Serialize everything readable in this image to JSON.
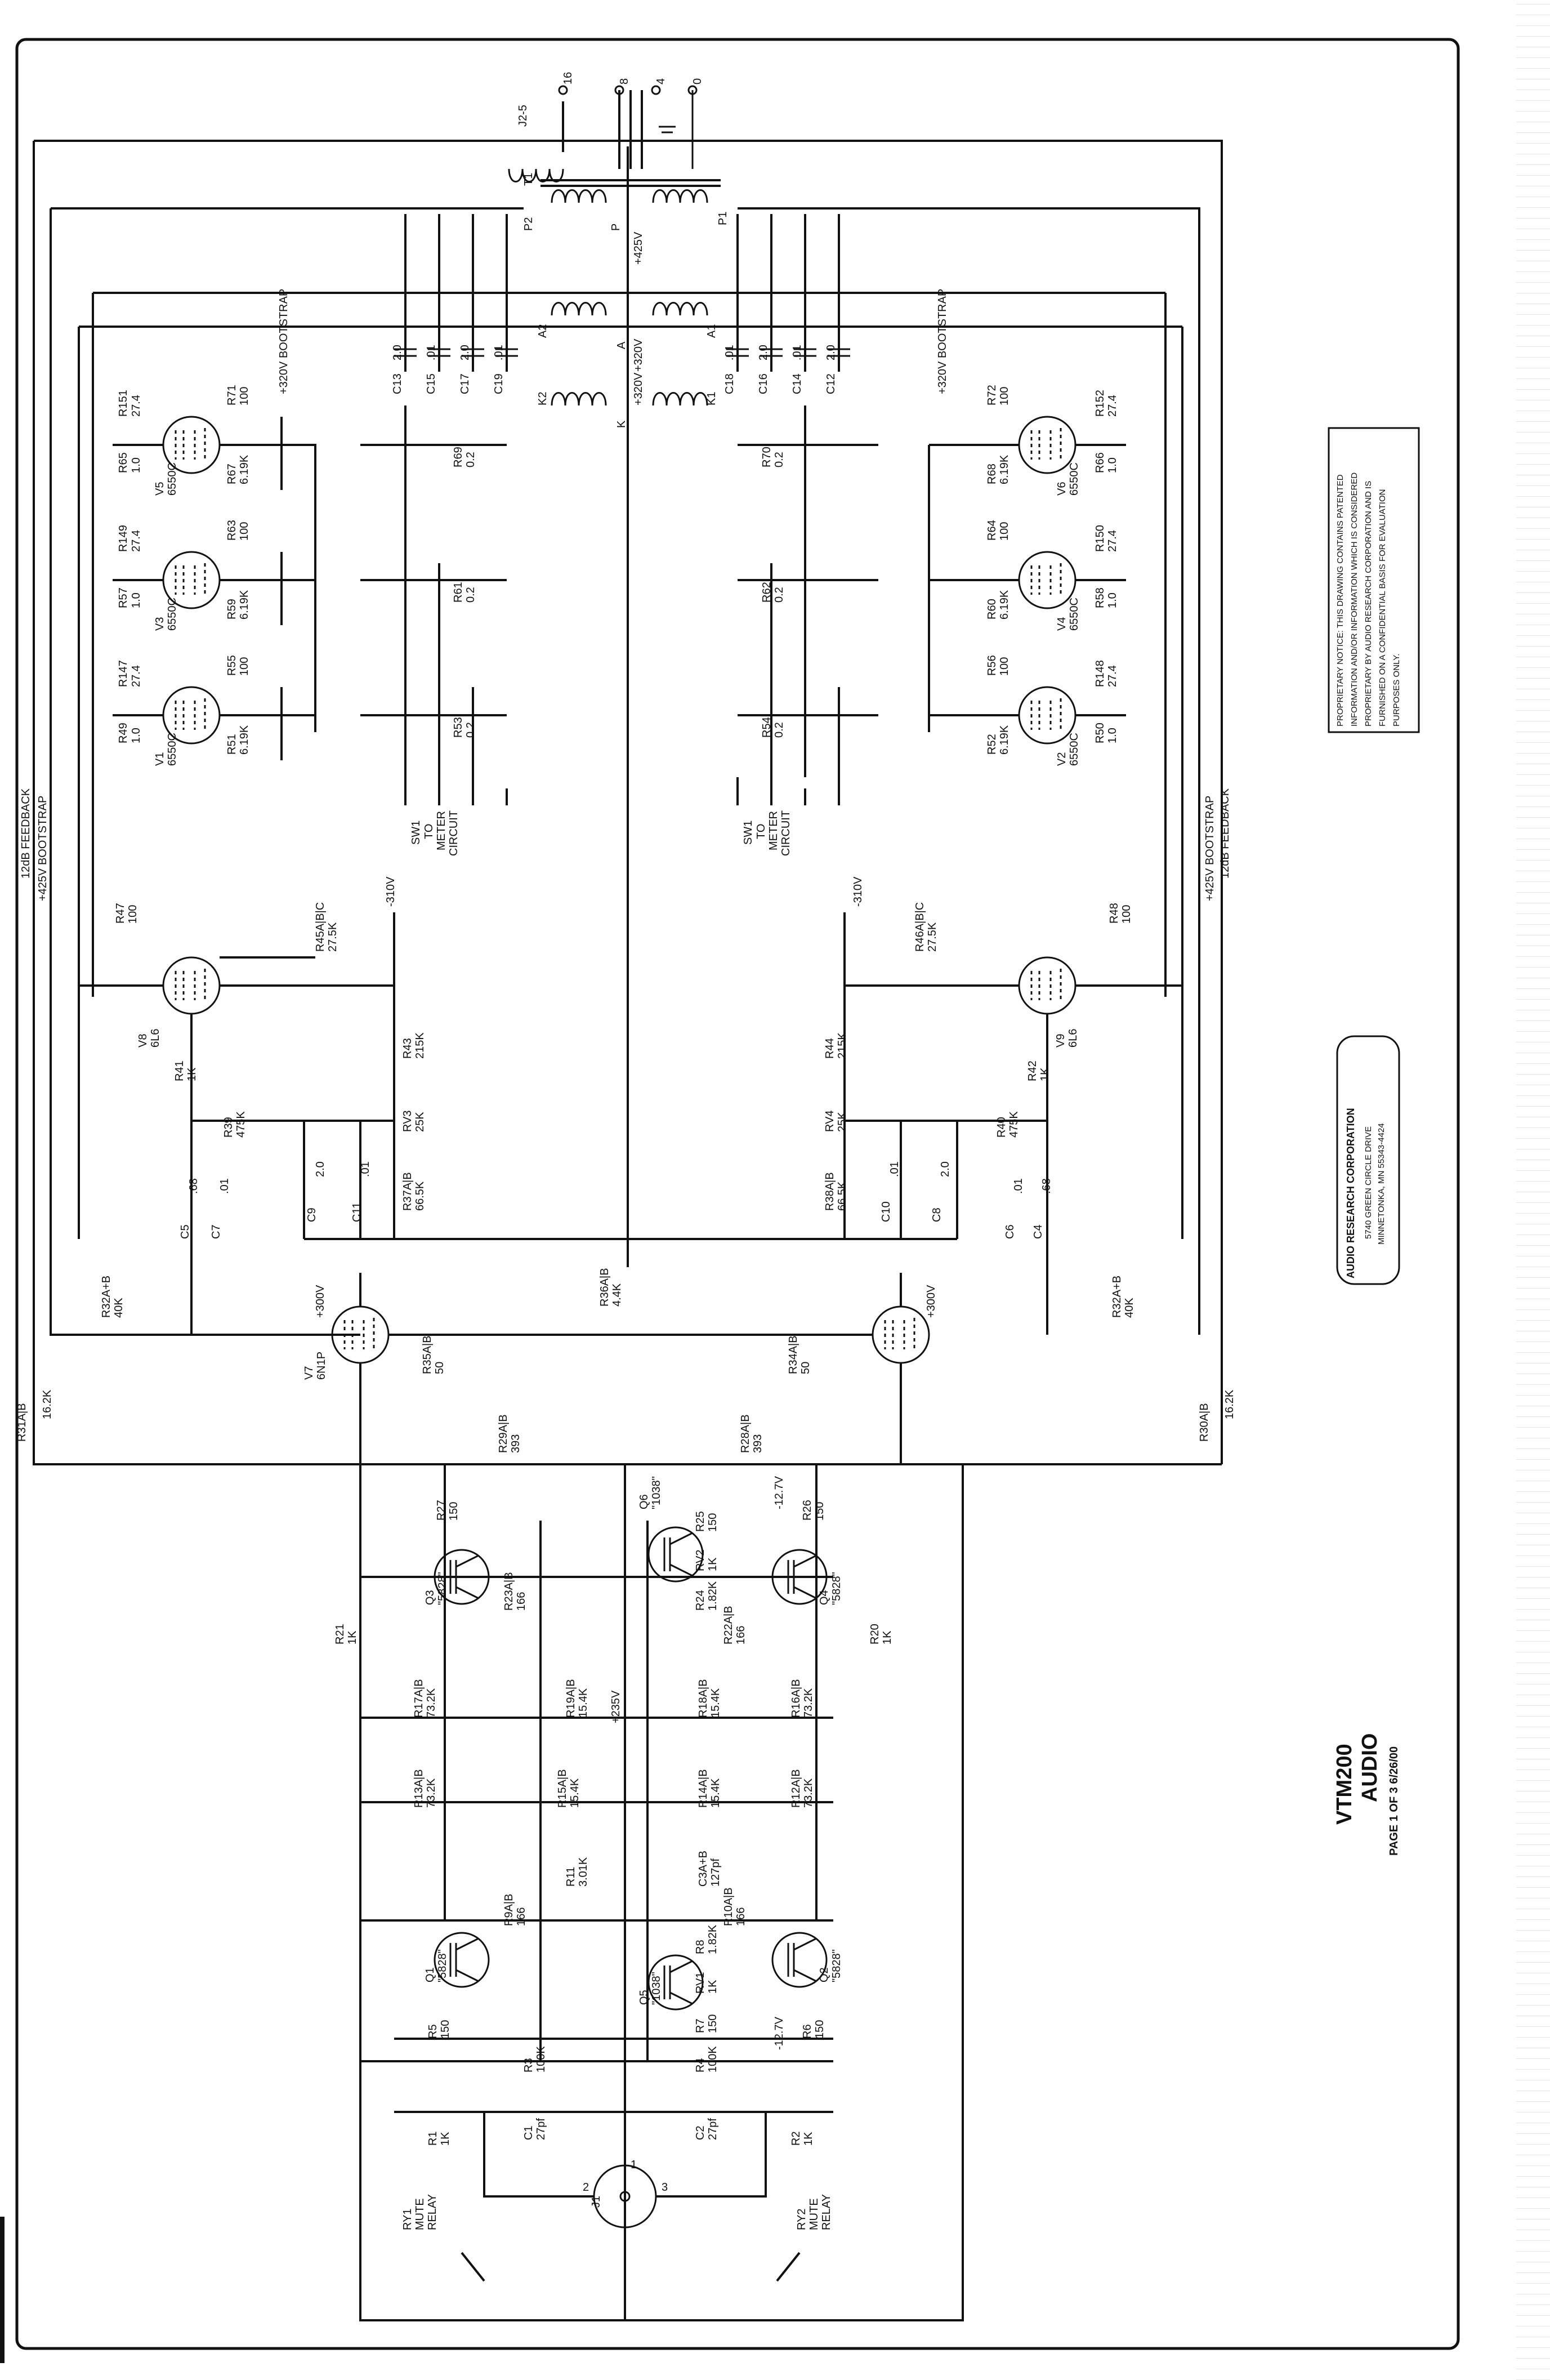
{
  "title_block": {
    "model": "VTM200",
    "section": "AUDIO",
    "page": "PAGE 1 OF 3 6/26/00"
  },
  "company_block": {
    "name": "AUDIO RESEARCH CORPORATION",
    "address1": "5740 GREEN CIRCLE DRIVE",
    "address2": "MINNETONKA, MN 55343-4424"
  },
  "notice": {
    "line1": "PROPRIETARY NOTICE: THIS DRAWING CONTAINS PATENTED",
    "line2": "INFORMATION AND/OR INFORMATION WHICH IS CONSIDERED",
    "line3": "PROPRIETARY BY AUDIO RESEARCH CORPORATION AND IS",
    "line4": "FURNISHED ON A CONFIDENTIAL BASIS FOR EVALUATION",
    "line5": "PURPOSES ONLY."
  },
  "output": {
    "connector": "J2-5",
    "taps": [
      "16",
      "8",
      "4",
      "0"
    ],
    "transformer": "T1",
    "primary_left": "P2",
    "primary_right": "P1",
    "center_tap": "P",
    "b_plus": "+425V",
    "choke_a2": "A2",
    "choke_a1": "A1",
    "choke_k2": "K2",
    "choke_k1": "K1",
    "node_a": "A",
    "node_k": "K",
    "node_a_v": "+320V",
    "node_k_v": "+320V"
  },
  "coupling_caps": [
    {
      "ref": "C13",
      "val": "2.0"
    },
    {
      "ref": "C15",
      "val": ".01"
    },
    {
      "ref": "C17",
      "val": "2.0"
    },
    {
      "ref": "C19",
      "val": ".01"
    },
    {
      "ref": "C18",
      "val": ".01"
    },
    {
      "ref": "C16",
      "val": "2.0"
    },
    {
      "ref": "C14",
      "val": ".01"
    },
    {
      "ref": "C12",
      "val": "2.0"
    }
  ],
  "upper_tubes": [
    {
      "ref": "V5",
      "type": "6550C",
      "grid_r": "R65",
      "grid_v": "1.0",
      "scr_r": "R151",
      "scr_v": "27.4",
      "pl_r": "R71",
      "pl_v": "100",
      "k_r": "R67",
      "k_v": "6.19K"
    },
    {
      "ref": "V3",
      "type": "6550C",
      "grid_r": "R57",
      "grid_v": "1.0",
      "scr_r": "R149",
      "scr_v": "27.4",
      "pl_r": "R63",
      "pl_v": "100",
      "k_r": "R59",
      "k_v": "6.19K"
    },
    {
      "ref": "V1",
      "type": "6550C",
      "grid_r": "R49",
      "grid_v": "1.0",
      "scr_r": "R147",
      "scr_v": "27.4",
      "pl_r": "R55",
      "pl_v": "100",
      "k_r": "R51",
      "k_v": "6.19K"
    }
  ],
  "lower_tubes": [
    {
      "ref": "V6",
      "type": "6550C",
      "grid_r": "R66",
      "grid_v": "1.0",
      "scr_r": "R152",
      "scr_v": "27.4",
      "pl_r": "R72",
      "pl_v": "100",
      "k_r": "R68",
      "k_v": "6.19K"
    },
    {
      "ref": "V4",
      "type": "6550C",
      "grid_r": "R58",
      "grid_v": "1.0",
      "scr_r": "R150",
      "scr_v": "27.4",
      "pl_r": "R64",
      "pl_v": "100",
      "k_r": "R60",
      "k_v": "6.19K"
    },
    {
      "ref": "V2",
      "type": "6550C",
      "grid_r": "R50",
      "grid_v": "1.0",
      "scr_r": "R148",
      "scr_v": "27.4",
      "pl_r": "R56",
      "pl_v": "100",
      "k_r": "R52",
      "k_v": "6.19K"
    }
  ],
  "sense_resistors_upper": [
    {
      "ref": "R69",
      "val": "0.2"
    },
    {
      "ref": "R61",
      "val": "0.2"
    },
    {
      "ref": "R53",
      "val": "0.2"
    }
  ],
  "sense_resistors_lower": [
    {
      "ref": "R70",
      "val": "0.2"
    },
    {
      "ref": "R62",
      "val": "0.2"
    },
    {
      "ref": "R54",
      "val": "0.2"
    }
  ],
  "bootstrap": {
    "upper": "+320V BOOTSTRAP",
    "lower": "+320V BOOTSTRAP"
  },
  "meter": {
    "sw": "SW1",
    "to": "TO",
    "meter": "METER",
    "circuit": "CIRCUIT"
  },
  "rails": {
    "fb_upper": "12dB FEEDBACK",
    "bs_upper": "+425V BOOTSTRAP",
    "fb_lower": "12dB FEEDBACK",
    "bs_lower": "+425V BOOTSTRAP"
  },
  "drivers": {
    "v8": {
      "ref": "V8",
      "type": "6L6",
      "r47": "R47",
      "r47v": "100",
      "r45": "R45A|B|C",
      "r45v": "27.5K",
      "neg": "-310V",
      "r41": "R41",
      "r41v": "1K",
      "r39": "R39",
      "r39v": "475K",
      "r43": "R43",
      "r43v": "215K",
      "rv3": "RV3",
      "rv3v": "25K",
      "r37": "R37A|B",
      "r37v": "66.5K",
      "c9": "C9",
      "c9v": "2.0",
      "c11": "C11",
      "c11v": ".01",
      "c5": "C5",
      "c5v": ".68",
      "c7": "C7",
      "c7v": ".01"
    },
    "v9": {
      "ref": "V9",
      "type": "6L6",
      "r48": "R48",
      "r48v": "100",
      "r46": "R46A|B|C",
      "r46v": "27.5K",
      "neg": "-310V",
      "r42": "R42",
      "r42v": "1K",
      "r40": "R40",
      "r40v": "475K",
      "r44": "R44",
      "r44v": "215K",
      "rv4": "RV4",
      "rv4v": "25K",
      "r38": "R38A|B",
      "r38v": "66.5K",
      "c10": "C10",
      "c10v": ".01",
      "c8": "C8",
      "c8v": "2.0",
      "c4": "C4",
      "c4v": ".68",
      "c6": "C6",
      "c6v": ".01"
    }
  },
  "v7": {
    "ref": "V7",
    "type": "6N1P",
    "plus": "+300V",
    "plus2": "+300V",
    "r32a": "R32A+B",
    "r32av": "40K",
    "r32b": "R32A+B",
    "r32bv": "40K",
    "r36": "R36A|B",
    "r36v": "4.4K",
    "r35": "R35A|B",
    "r35v": "50",
    "r34": "R34A|B",
    "r34v": "50",
    "r31": "R31A|B",
    "r31v": "16.2K",
    "r30": "R30A|B",
    "r30v": "16.2K",
    "r29": "R29A|B",
    "r29v": "393",
    "r28": "R28A|B",
    "r28v": "393"
  },
  "input_stage": {
    "q3": "Q3",
    "q3t": "\"5828\"",
    "q4": "Q4",
    "q4t": "\"5828\"",
    "q6": "Q6",
    "q6t": "\"1038\"",
    "q5": "Q5",
    "q5t": "\"1038\"",
    "q1": "Q1",
    "q1t": "\"5828\"",
    "q2": "Q2",
    "q2t": "\"5828\"",
    "r27": "R27",
    "r27v": "150",
    "r26": "R26",
    "r26v": "150",
    "r23": "R23A|B",
    "r23v": "166",
    "r22": "R22A|B",
    "r22v": "166",
    "r25": "R25",
    "r25v": "150",
    "rv2": "RV2",
    "rv2v": "1K",
    "r24": "R24",
    "r24v": "1.82K",
    "v_neg": "-12.7V",
    "v_neg2": "-12.7V",
    "r21": "R21",
    "r21v": "1K",
    "r20": "R20",
    "r20v": "1K",
    "r17": "R17A|B",
    "r17v": "73.2K",
    "r16": "R16A|B",
    "r16v": "73.2K",
    "r19": "R19A|B",
    "r19v": "15.4K",
    "r18": "R18A|B",
    "r18v": "15.4K",
    "pos": "+235V",
    "r13": "R13A|B",
    "r13v": "73.2K",
    "r12": "R12A|B",
    "r12v": "73.2K",
    "r15": "R15A|B",
    "r15v": "15.4K",
    "r14": "R14A|B",
    "r14v": "15.4K",
    "r11": "R11",
    "r11v": "3.01K",
    "c3": "C3A+B",
    "c3v": "127pf",
    "r10": "R10A|B",
    "r10v": "166",
    "r9": "R9A|B",
    "r9v": "166",
    "r8": "R8",
    "r8v": "1.82K",
    "rv1": "RV1",
    "rv1v": "1K",
    "r7": "R7",
    "r7v": "150",
    "r5": "R5",
    "r5v": "150",
    "r6": "R6",
    "r6v": "150",
    "r3": "R3",
    "r3v": "100K",
    "r4": "R4",
    "r4v": "100K",
    "c1": "C1",
    "c1v": "27pf",
    "c2": "C2",
    "c2v": "27pf",
    "r1": "R1",
    "r1v": "1K",
    "r2": "R2",
    "r2v": "1K",
    "j1": "J1",
    "pin1": "1",
    "pin2": "2",
    "pin3": "3",
    "ry1": "RY1",
    "ry1a": "MUTE",
    "ry1b": "RELAY",
    "ry2": "RY2",
    "ry2a": "MUTE",
    "ry2b": "RELAY"
  }
}
